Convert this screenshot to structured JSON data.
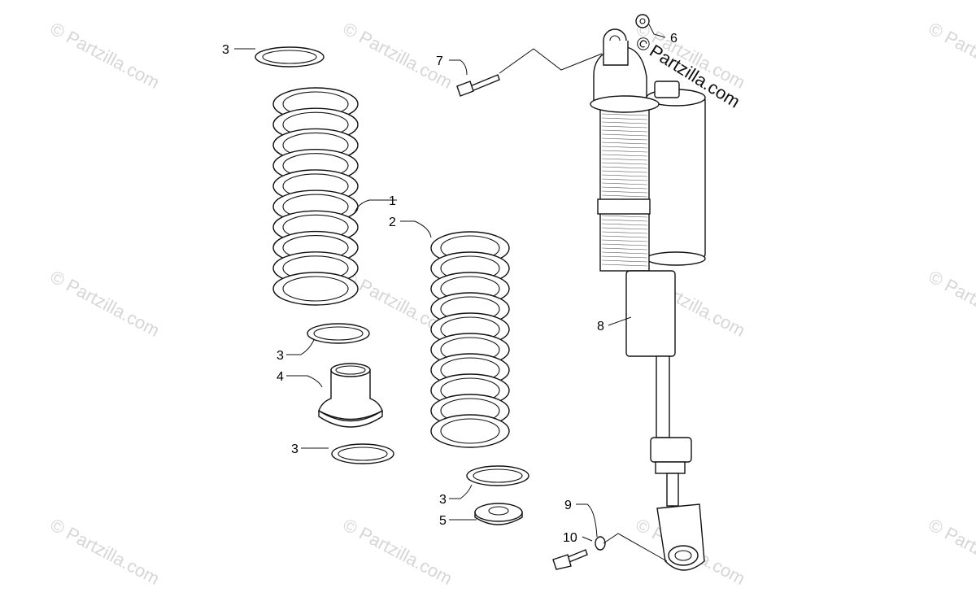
{
  "watermark": {
    "text": "© Partzilla.com",
    "color": "#d6d6d6"
  },
  "brand_stamp": {
    "symbol": "©",
    "text": "Partzilla.com"
  },
  "callouts": [
    {
      "id": "c1",
      "label": "1"
    },
    {
      "id": "c2",
      "label": "2"
    },
    {
      "id": "c3a",
      "label": "3"
    },
    {
      "id": "c3b",
      "label": "3"
    },
    {
      "id": "c3c",
      "label": "3"
    },
    {
      "id": "c3d",
      "label": "3"
    },
    {
      "id": "c4",
      "label": "4"
    },
    {
      "id": "c5",
      "label": "5"
    },
    {
      "id": "c6",
      "label": "6"
    },
    {
      "id": "c7",
      "label": "7"
    },
    {
      "id": "c8",
      "label": "8"
    },
    {
      "id": "c9",
      "label": "9"
    },
    {
      "id": "c10",
      "label": "10"
    }
  ]
}
